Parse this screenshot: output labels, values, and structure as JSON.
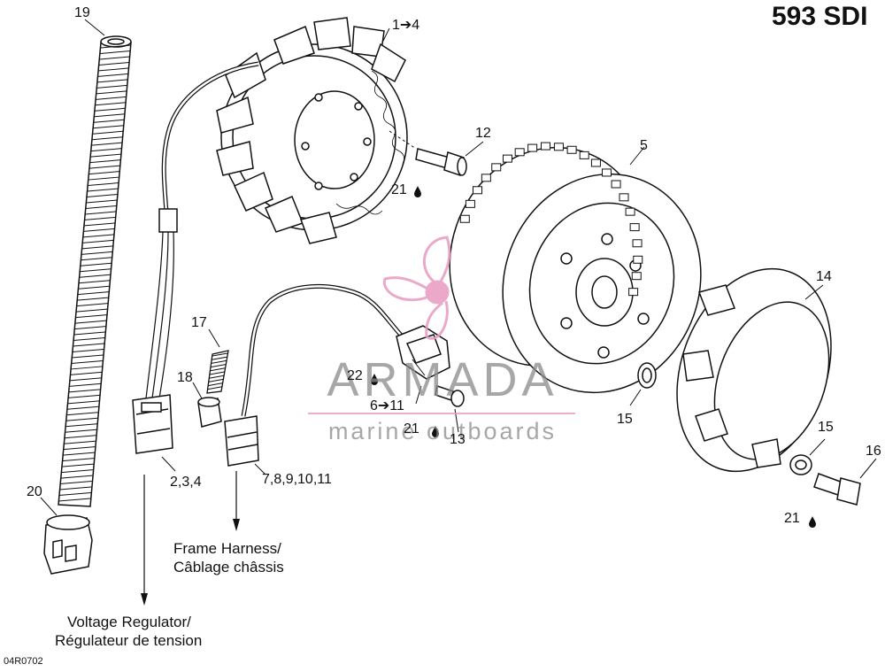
{
  "title": "593 SDI",
  "reference_code": "04R0702",
  "watermark": {
    "brand": "ARMADA",
    "tagline": "marine outboards",
    "accent_color": "#e89ac0"
  },
  "callouts": {
    "c19": "19",
    "c1_4": "1➔4",
    "c12": "12",
    "c21a": "21",
    "c5": "5",
    "c14": "14",
    "c17": "17",
    "c18": "18",
    "c22": "22",
    "c6_11": "6➔11",
    "c21b": "21",
    "c13": "13",
    "c15a": "15",
    "c15b": "15",
    "c16": "16",
    "c21c": "21",
    "c20": "20",
    "c2_4": "2,3,4",
    "c7_11": "7,8,9,10,11"
  },
  "captions": {
    "frame_harness_en": "Frame Harness/",
    "frame_harness_fr": "Câblage châssis",
    "voltage_regulator_en": "Voltage Regulator/",
    "voltage_regulator_fr": "Régulateur de tension"
  },
  "icons": {
    "lubricant": "oil-drop-icon"
  },
  "colors": {
    "line": "#111111",
    "fill": "#ffffff",
    "watermark_text": "#8a8a8a"
  }
}
